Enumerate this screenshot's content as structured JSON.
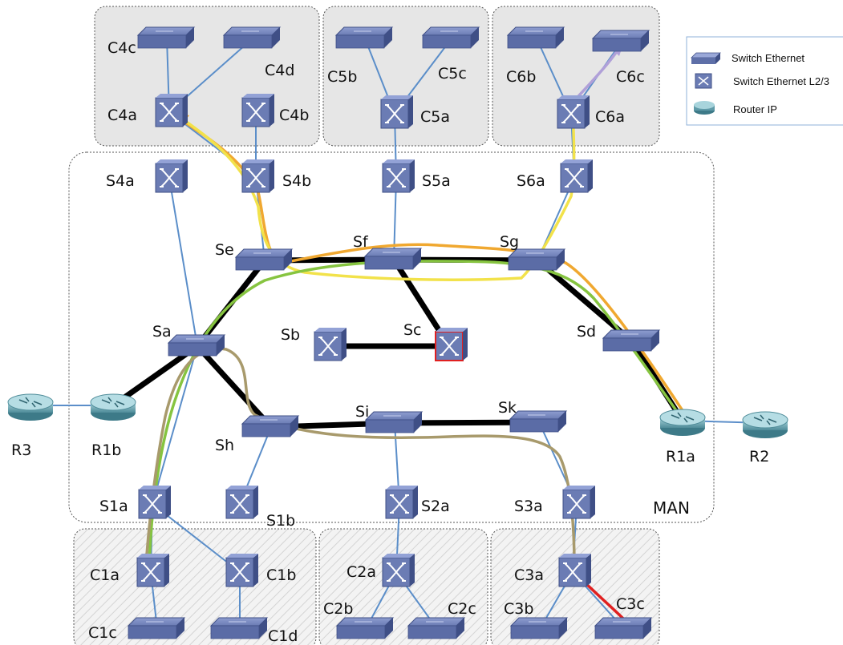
{
  "legend": {
    "switch_ethernet": "Switch Ethernet",
    "switch_l23": "Switch Ethernet L2/3",
    "router_ip": "Router IP"
  },
  "regions": {
    "man": "MAN"
  },
  "labels": {
    "C4c": "C4c",
    "C4d": "C4d",
    "C4a": "C4a",
    "C4b": "C4b",
    "C5b": "C5b",
    "C5c": "C5c",
    "C5a": "C5a",
    "C6b": "C6b",
    "C6c": "C6c",
    "C6a": "C6a",
    "S4a": "S4a",
    "S4b": "S4b",
    "S5a": "S5a",
    "S6a": "S6a",
    "Se": "Se",
    "Sf": "Sf",
    "Sg": "Sg",
    "Sa": "Sa",
    "Sb": "Sb",
    "Sc": "Sc",
    "Sd": "Sd",
    "Sh": "Sh",
    "Si": "Si",
    "Sk": "Sk",
    "R3": "R3",
    "R1b": "R1b",
    "R1a": "R1a",
    "R2": "R2",
    "S1a": "S1a",
    "S1b": "S1b",
    "S2a": "S2a",
    "S3a": "S3a",
    "C1a": "C1a",
    "C1b": "C1b",
    "C1c": "C1c",
    "C1d": "C1d",
    "C2a": "C2a",
    "C2b": "C2b",
    "C2c": "C2c",
    "C3a": "C3a",
    "C3b": "C3b",
    "C3c": "C3c"
  },
  "colors": {
    "device": "#6b7cb4",
    "device_dark": "#3f4f86",
    "router": "#5f9aa8",
    "link_thin": "#5b8ec9",
    "link_thick": "#000000",
    "path_yellow": "#f2e24a",
    "path_orange": "#f0a830",
    "path_green": "#86c440",
    "path_khaki": "#a89a6c",
    "path_red": "#e02020",
    "path_lavender": "#b0a0d8",
    "region_fill": "#e6e6e6"
  }
}
